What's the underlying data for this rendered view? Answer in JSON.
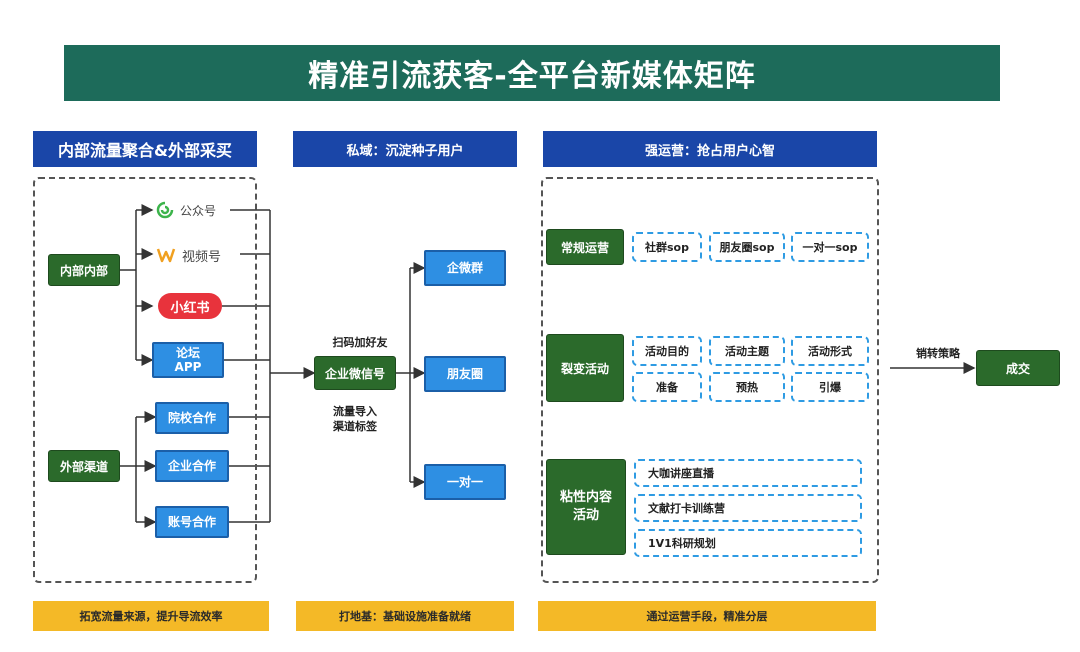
{
  "title": "精准引流获客-全平台新媒体矩阵",
  "columns": {
    "col1_header": "内部流量聚合&外部采买",
    "col2_header": "私域：沉淀种子用户",
    "col3_header": "强运营：抢占用户心智"
  },
  "left": {
    "internal_label": "内部内部",
    "external_label": "外部渠道",
    "gongzhonghao": "公众号",
    "shipinhao": "视频号",
    "xiaohongshu": "小红书",
    "luntan": "论坛\nAPP",
    "yuanxiao": "院校合作",
    "qiye": "企业合作",
    "zhanghao": "账号合作"
  },
  "middle": {
    "scan_label": "扫码加好友",
    "wechat_box": "企业微信号",
    "traffic_label": "流量导入\n渠道标签",
    "qiweiqun": "企微群",
    "pengyouquan": "朋友圈",
    "yiduiyi": "一对一"
  },
  "right": {
    "regular_ops": "常规运营",
    "regular_items": [
      "社群sop",
      "朋友圈sop",
      "一对一sop"
    ],
    "fission": "裂变活动",
    "fission_items": [
      "活动目的",
      "活动主题",
      "活动形式",
      "准备",
      "预热",
      "引爆"
    ],
    "sticky": "粘性内容\n活动",
    "sticky_items": [
      "大咖讲座直播",
      "文献打卡训练营",
      "1V1科研规划"
    ],
    "conversion_label": "销转策略",
    "deal": "成交"
  },
  "footers": {
    "f1": "拓宽流量来源，提升导流效率",
    "f2": "打地基：基础设施准备就绪",
    "f3": "通过运营手段，精准分层"
  },
  "colors": {
    "banner": "#1d6b5a",
    "header": "#1a46a8",
    "green": "#2b6a2b",
    "blue": "#2e8fe3",
    "footer": "#f4b927"
  }
}
